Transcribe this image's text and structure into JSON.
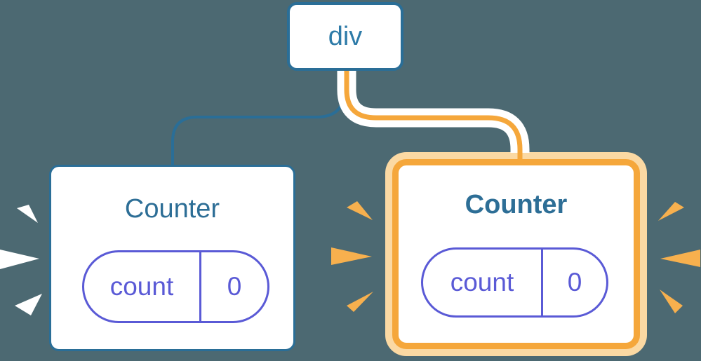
{
  "diagram": {
    "description": "React component tree: a div root with two Counter children; the right Counter is highlighted as freshly rendered",
    "background_color": "#4C6972",
    "root_node": {
      "label": "div"
    },
    "children": [
      {
        "id": "left-counter",
        "title": "Counter",
        "state_pill": {
          "key": "count",
          "value": "0"
        },
        "highlighted": false,
        "burst_color": "#FFFFFF"
      },
      {
        "id": "right-counter",
        "title": "Counter",
        "state_pill": {
          "key": "count",
          "value": "0"
        },
        "highlighted": true,
        "burst_color": "#F7B04E"
      }
    ],
    "colors": {
      "node_border_blue": "#2A6E97",
      "root_label_blue": "#2E7BA8",
      "title_blue": "#2D6E96",
      "state_purple": "#5A5AD6",
      "highlight_orange": "#F5A73B",
      "highlight_orange_light": "#FBD9A3",
      "burst_orange": "#F7B04E",
      "connector_halo_white": "#FFFFFF",
      "node_background": "#FFFFFF"
    }
  }
}
